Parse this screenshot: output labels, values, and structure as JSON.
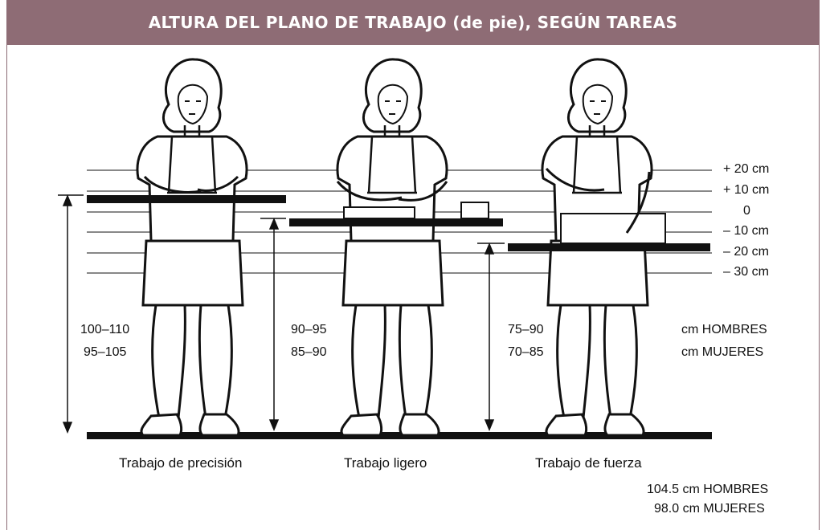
{
  "title": "ALTURA DEL PLANO DE TRABAJO (de pie), SEGÚN TAREAS",
  "offsets": [
    "+ 20 cm",
    "+ 10 cm",
    "0",
    "– 10 cm",
    "– 20 cm",
    "– 30 cm"
  ],
  "tasks": [
    {
      "name": "Trabajo de precisión",
      "hombres": "100–110",
      "mujeres": "95–105"
    },
    {
      "name": "Trabajo ligero",
      "hombres": "90–95",
      "mujeres": "85–90"
    },
    {
      "name": "Trabajo de fuerza",
      "hombres": "75–90",
      "mujeres": "70–85"
    }
  ],
  "legend": {
    "hombres": "cm HOMBRES",
    "mujeres": "cm MUJERES"
  },
  "elbow": {
    "hombres": "104.5 cm HOMBRES",
    "mujeres": "98.0 cm MUJERES"
  },
  "colors": {
    "title_bg": "#8e6c75",
    "title_text": "#ffffff",
    "ink": "#111111"
  }
}
